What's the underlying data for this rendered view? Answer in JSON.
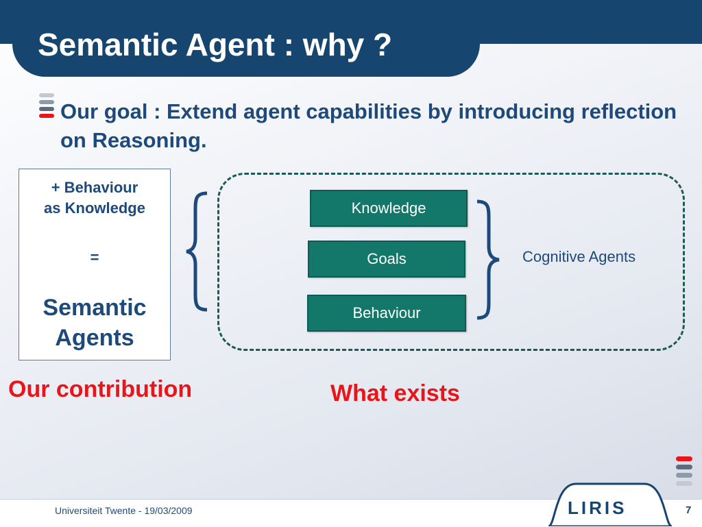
{
  "slide": {
    "title": "Semantic Agent : why ?",
    "goal_text": "Our goal : Extend agent capabilities by introducing reflection on Reasoning."
  },
  "left_box": {
    "line1": "+ Behaviour",
    "line2": "as Knowledge",
    "equals": "=",
    "result_line1": "Semantic",
    "result_line2": "Agents"
  },
  "components": [
    {
      "label": "Knowledge"
    },
    {
      "label": "Goals"
    },
    {
      "label": "Behaviour"
    }
  ],
  "cognitive_label": "Cognitive Agents",
  "contribution_label": "Our contribution",
  "exists_label": "What exists",
  "footer": {
    "text": "Universiteit Twente - 19/03/2009",
    "logo_text": "LIRIS",
    "page_number": "7"
  },
  "colors": {
    "title_band": "#16456f",
    "text_blue": "#1d4a7a",
    "accent_red": "#e8161a",
    "box_teal": "#137769"
  }
}
